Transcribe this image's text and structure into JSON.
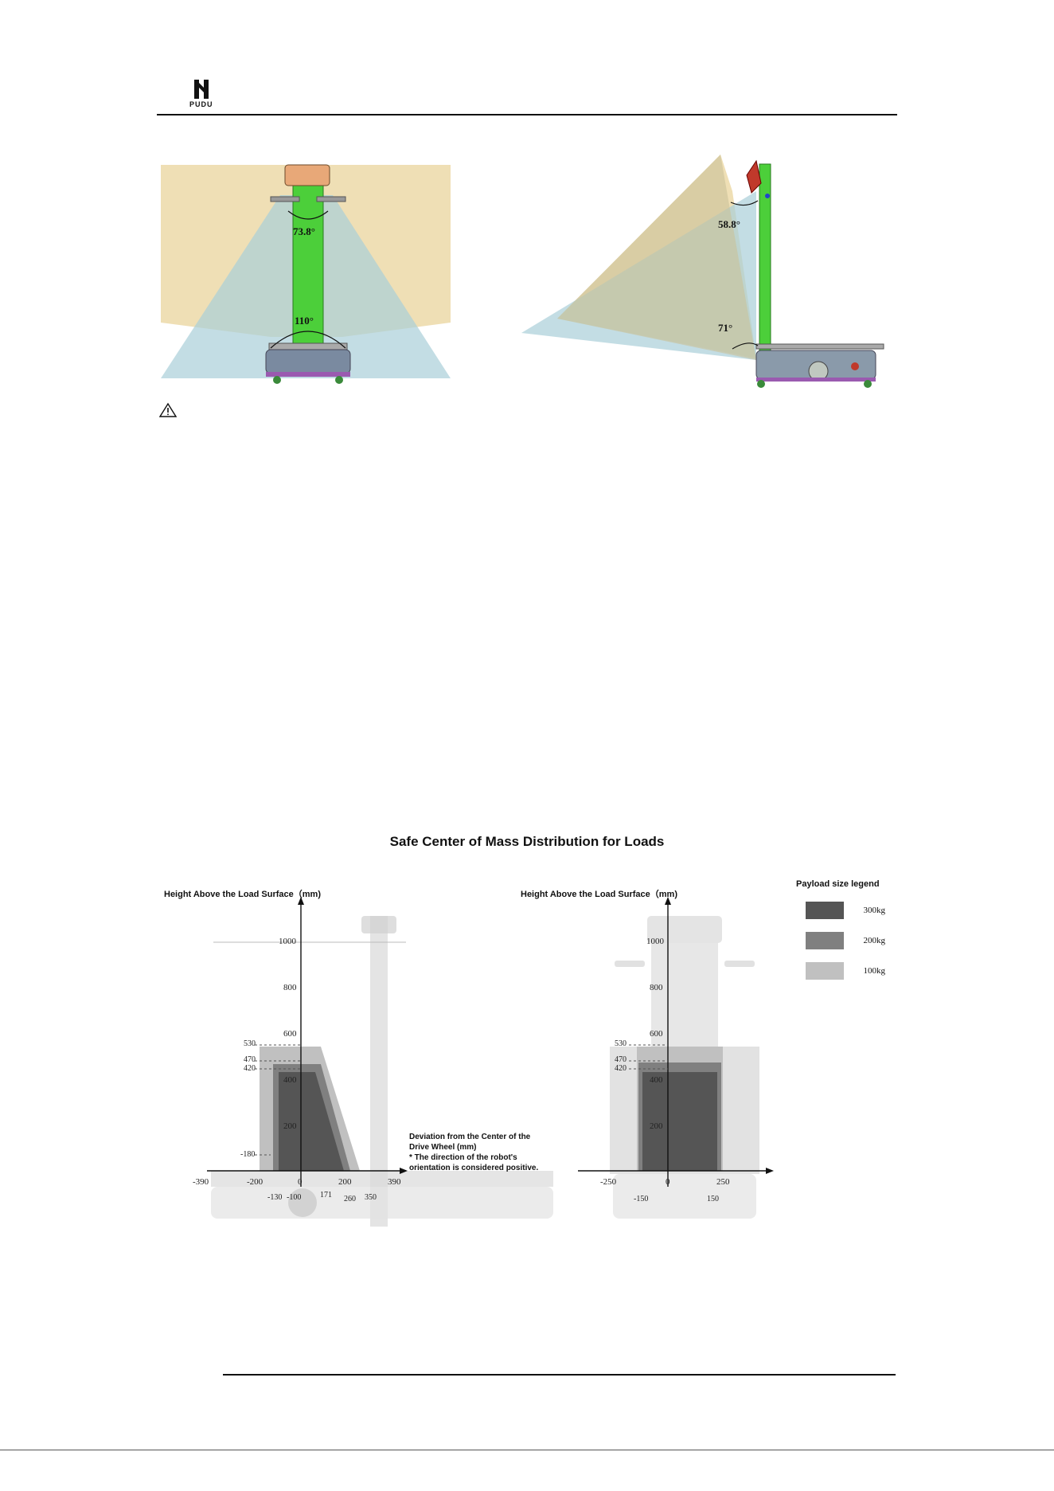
{
  "header": {
    "logo_text": "PUDU"
  },
  "sensor_figures": {
    "front_angles": {
      "top": "73.8°",
      "bottom": "110°"
    },
    "side_angles": {
      "top": "58.8°",
      "bottom": "71°"
    }
  },
  "chart": {
    "title": "Safe Center of Mass Distribution for Loads",
    "left_ylabel": "Height Above the Load Surface（mm)",
    "right_ylabel": "Height Above the Load Surface（mm)",
    "legend_title": "Payload size legend",
    "legend": [
      {
        "label": "300kg",
        "color": "#555555"
      },
      {
        "label": "200kg",
        "color": "#808080"
      },
      {
        "label": "100kg",
        "color": "#c0c0c0"
      }
    ],
    "xlabel_line1": "Deviation from the Center of the",
    "xlabel_line2": "Drive Wheel (mm)",
    "xlabel_note1": "* The direction of the robot's",
    "xlabel_note2": "orientation is considered positive.",
    "left_yticks": [
      "1000",
      "800",
      "600",
      "400",
      "200"
    ],
    "left_ymarks": [
      "530",
      "470",
      "420",
      "-180"
    ],
    "left_xticks": [
      "-390",
      "-200",
      "0",
      "200",
      "390"
    ],
    "left_xmarks": [
      "-130",
      "-100",
      "171",
      "260",
      "350"
    ],
    "right_yticks": [
      "1000",
      "800",
      "600",
      "400",
      "200"
    ],
    "right_ymarks": [
      "530",
      "470",
      "420"
    ],
    "right_xticks": [
      "-250",
      "0",
      "250"
    ],
    "right_xmarks": [
      "-150",
      "150"
    ]
  }
}
